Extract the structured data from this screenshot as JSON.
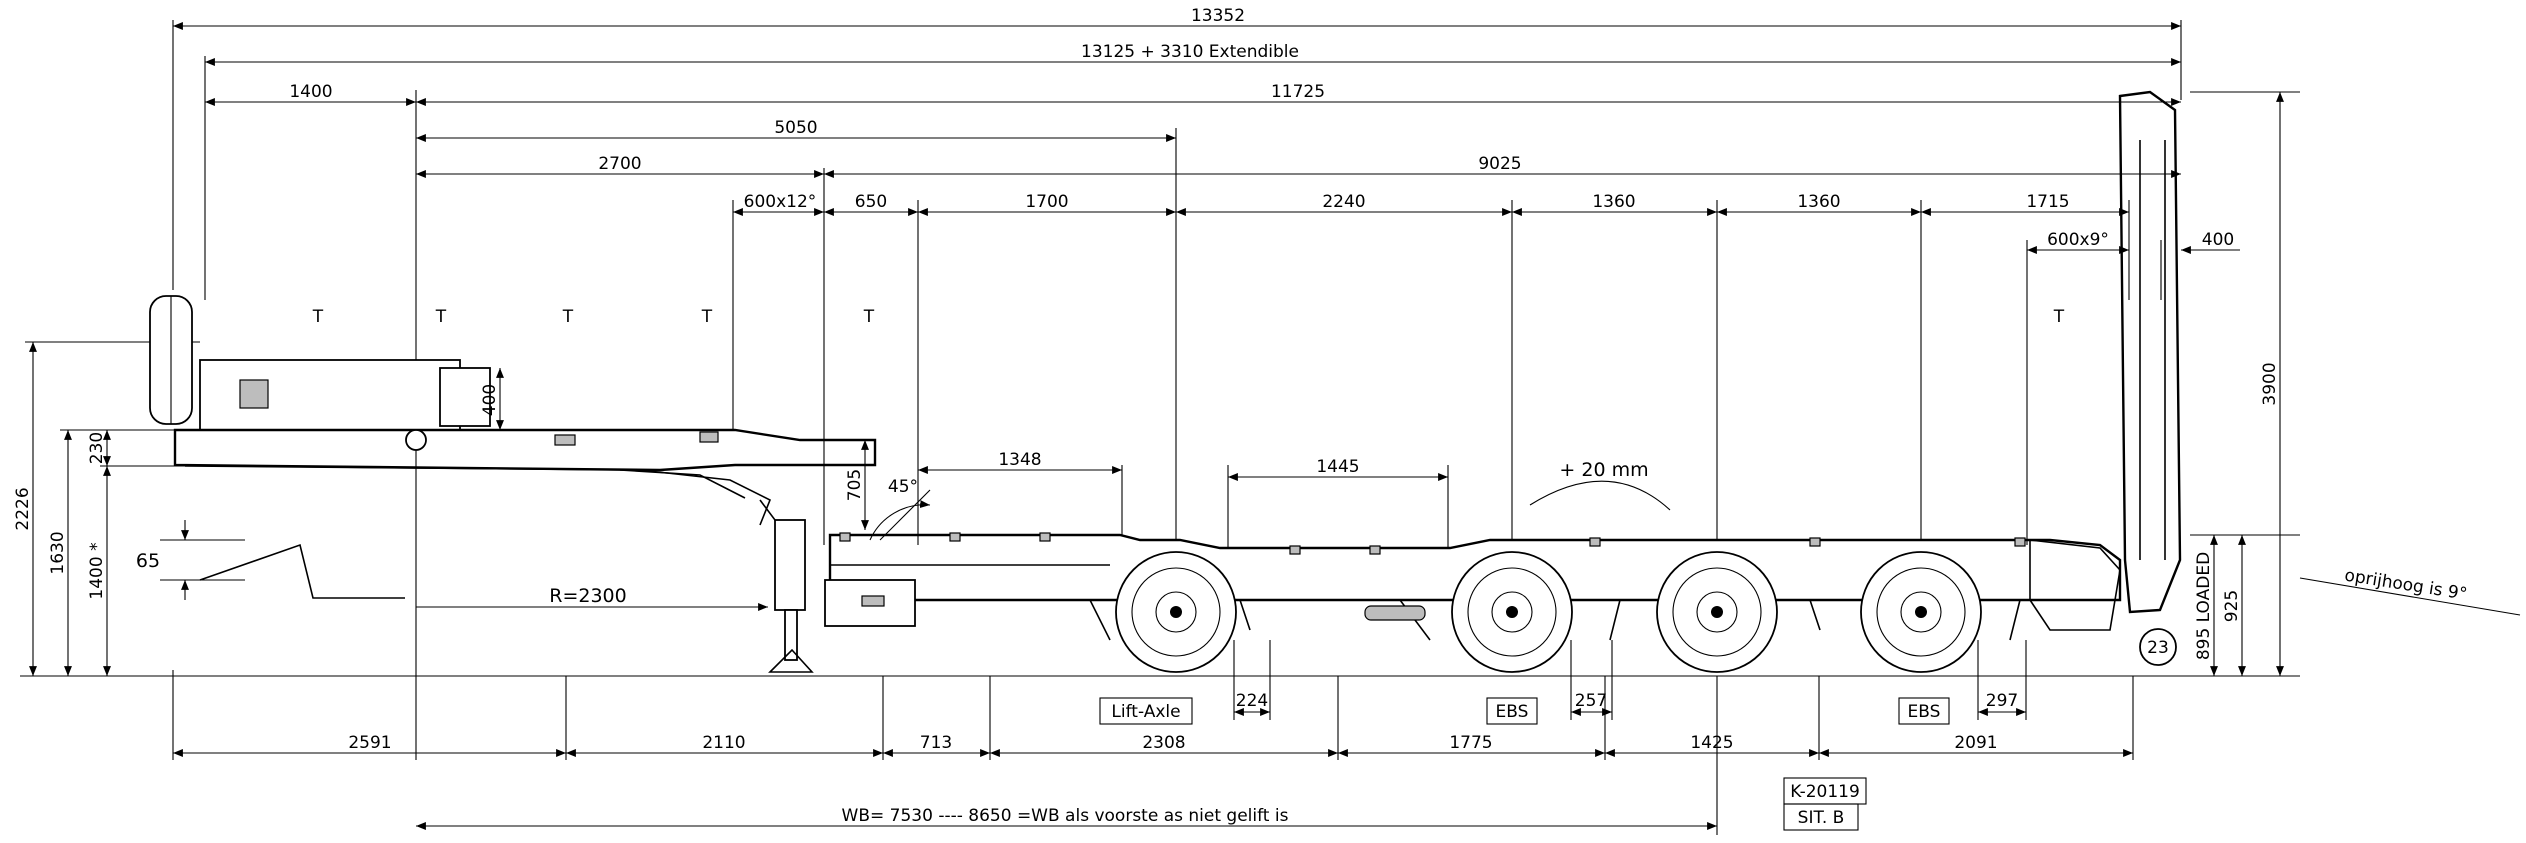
{
  "dimensions_top": {
    "overall_length": "13352",
    "length_extendible": "13125 + 3310 Extendible",
    "gooseneck_front": "1400",
    "deck_length": "11725",
    "to_first_axle_area": "5050",
    "front_deck": "2700",
    "rear_span": "9025",
    "ramp_1": "600x12°",
    "step_650": "650",
    "seg_1700": "1700",
    "seg_2240": "2240",
    "seg_1360a": "1360",
    "seg_1360b": "1360",
    "seg_1715": "1715",
    "ramp_2": "600x9°",
    "rear_400": "400"
  },
  "dimensions_vertical": {
    "total_height": "3900",
    "height_2226": "2226",
    "height_1630": "1630",
    "height_1400": "1400 *",
    "height_230": "230",
    "height_400": "400",
    "height_705": "705",
    "height_65": "65",
    "height_925": "925",
    "loaded_height": "895 LOADED"
  },
  "annotations": {
    "angle_45": "45°",
    "radius": "R=2300",
    "well_1348": "1348",
    "well_1445": "1445",
    "plus_20": "+ 20 mm",
    "ramp_note": "oprijhoog is 9°",
    "callout_23": "23",
    "lift_axle": "Lift-Axle",
    "ebs_1": "EBS",
    "ebs_2": "EBS",
    "dim_224": "224",
    "dim_257": "257",
    "dim_297": "297",
    "t_mark": "T"
  },
  "dimensions_bottom": {
    "seg_2591": "2591",
    "seg_2110": "2110",
    "seg_713": "713",
    "seg_2308": "2308",
    "seg_1775": "1775",
    "seg_1425": "1425",
    "seg_2091": "2091",
    "wheelbase_note": "WB= 7530 ---- 8650 =WB als voorste as niet gelift is"
  },
  "title_block": {
    "drawing_number": "K-20119",
    "situation": "SIT. B"
  }
}
